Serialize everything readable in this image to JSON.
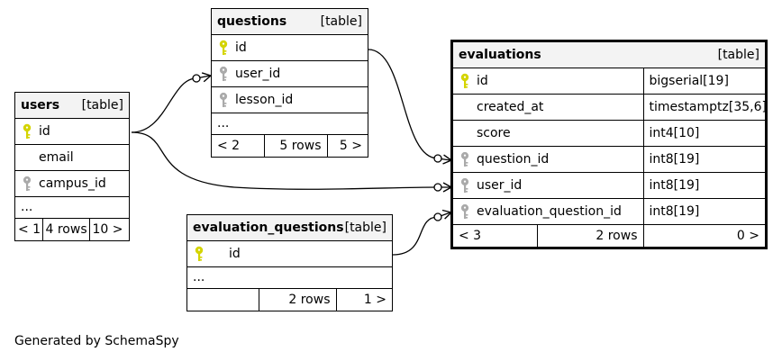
{
  "tables": {
    "users": {
      "name": "users",
      "tag": "[table]",
      "columns": [
        {
          "name": "id",
          "key": "primary"
        },
        {
          "name": "email",
          "key": "none"
        },
        {
          "name": "campus_id",
          "key": "foreign"
        },
        {
          "name": "...",
          "key": "none"
        }
      ],
      "footer": {
        "left": "< 1",
        "mid": "4 rows",
        "right": "10 >"
      }
    },
    "questions": {
      "name": "questions",
      "tag": "[table]",
      "columns": [
        {
          "name": "id",
          "key": "primary"
        },
        {
          "name": "user_id",
          "key": "foreign"
        },
        {
          "name": "lesson_id",
          "key": "foreign"
        },
        {
          "name": "...",
          "key": "none"
        }
      ],
      "footer": {
        "left": "< 2",
        "mid": "5 rows",
        "right": "5 >"
      }
    },
    "evaluation_questions": {
      "name": "evaluation_questions",
      "tag": "[table]",
      "columns": [
        {
          "name": "id",
          "key": "primary"
        },
        {
          "name": "...",
          "key": "none"
        }
      ],
      "footer": {
        "left": "",
        "mid": "2 rows",
        "right": "1 >"
      }
    },
    "evaluations": {
      "name": "evaluations",
      "tag": "[table]",
      "columns": [
        {
          "name": "id",
          "type": "bigserial[19]",
          "key": "primary"
        },
        {
          "name": "created_at",
          "type": "timestamptz[35,6]",
          "key": "none"
        },
        {
          "name": "score",
          "type": "int4[10]",
          "key": "none"
        },
        {
          "name": "question_id",
          "type": "int8[19]",
          "key": "foreign"
        },
        {
          "name": "user_id",
          "type": "int8[19]",
          "key": "foreign"
        },
        {
          "name": "evaluation_question_id",
          "type": "int8[19]",
          "key": "foreign"
        }
      ],
      "footer": {
        "left": "< 3",
        "mid": "2 rows",
        "right": "0 >"
      }
    }
  },
  "colors": {
    "primary_key": "#d4d400",
    "foreign_key": "#aaaaaa",
    "header_bg": "#f3f3f3"
  },
  "footer_note": "Generated by SchemaSpy"
}
